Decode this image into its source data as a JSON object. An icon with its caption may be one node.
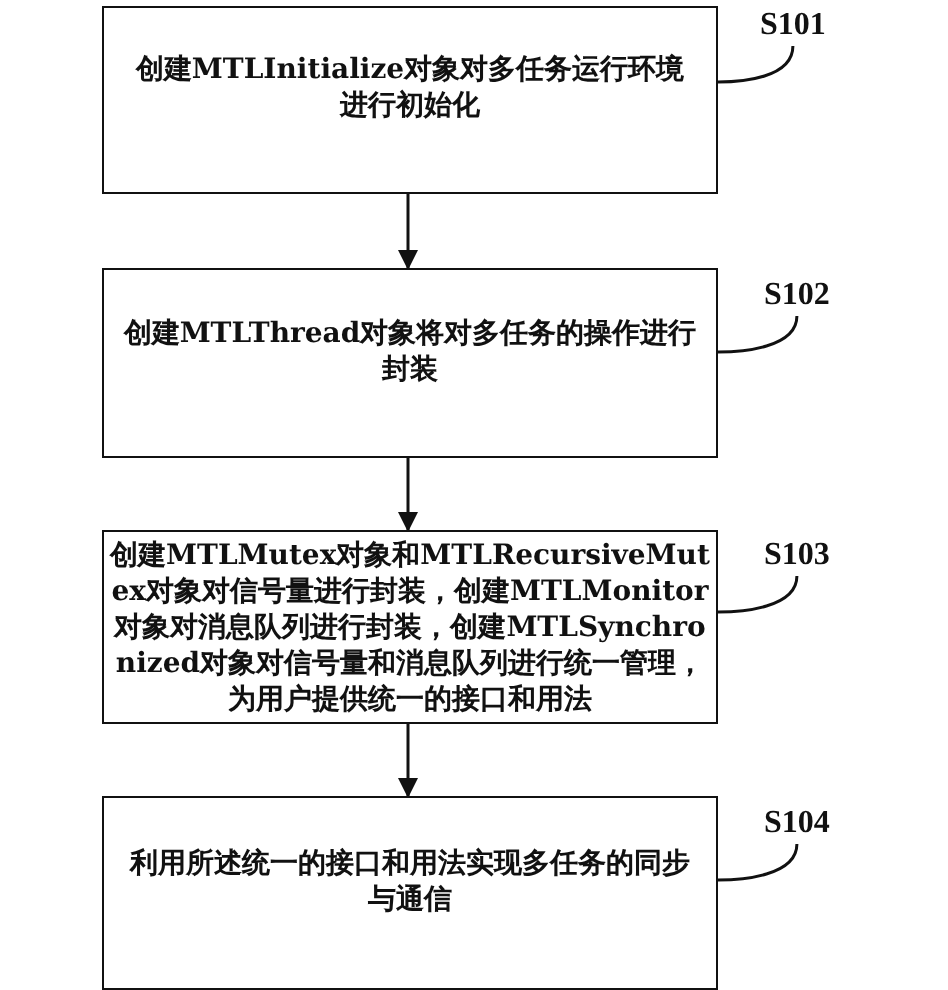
{
  "diagram": {
    "nodes": [
      {
        "text": [
          "创建MTLInitialize对象对多任务运行环境进行初始化"
        ]
      },
      {
        "text": [
          "创建MTLThread对象将对多任务的操作进行封装"
        ]
      },
      {
        "text": [
          "创建MTLMutex对象和MTLRecursiveMutex对象对信号量进行封装，创建MTLMonitor对象对消息队列进行封装，创建MTLSynchronized对象对信号量和消息队列进行统一管理，为用户提供统一的接口和用法"
        ]
      },
      {
        "text": [
          "利用所述统一的接口和用法实现多任务的同步与通信"
        ]
      },
      {
        "text": [
          "S101"
        ]
      },
      {
        "text": [
          "S102"
        ]
      },
      {
        "text": [
          "S103"
        ]
      },
      {
        "text": [
          "S104"
        ]
      }
    ],
    "edges": [
      {
        "from": 0,
        "to": 1,
        "arrow": "to"
      },
      {
        "from": 1,
        "to": 2,
        "arrow": "to"
      },
      {
        "from": 2,
        "to": 3,
        "arrow": "to"
      },
      {
        "from": 4,
        "to": 0,
        "arrow": "none"
      },
      {
        "from": 5,
        "to": 1,
        "arrow": "none"
      },
      {
        "from": 6,
        "to": 2,
        "arrow": "none"
      },
      {
        "from": 7,
        "to": 3,
        "arrow": "none"
      }
    ]
  }
}
